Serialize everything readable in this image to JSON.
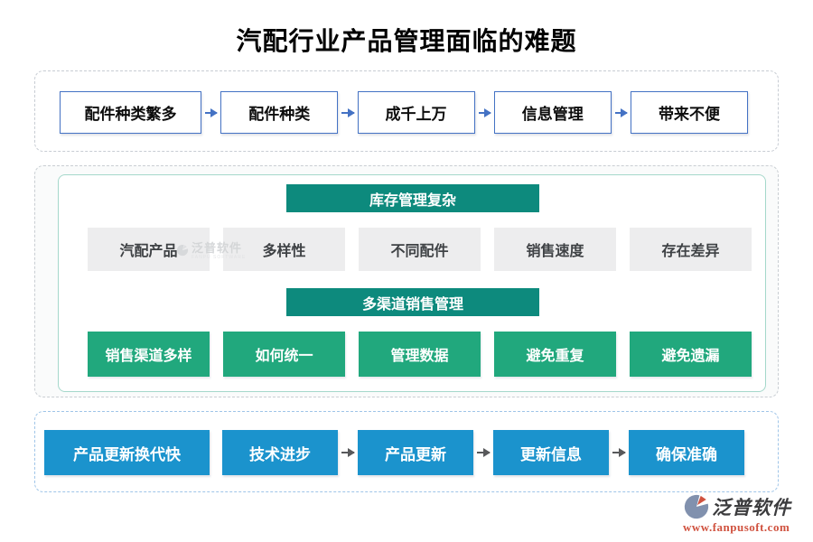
{
  "title": "汽配行业产品管理面临的难题",
  "top_flow": {
    "items": [
      {
        "label": "配件种类繁多"
      },
      {
        "label": "配件种类"
      },
      {
        "label": "成千上万"
      },
      {
        "label": "信息管理"
      },
      {
        "label": "带来不便"
      }
    ]
  },
  "middle": {
    "inventory_header": "库存管理复杂",
    "inventory_items": [
      {
        "label": "汽配产品"
      },
      {
        "label": "多样性"
      },
      {
        "label": "不同配件"
      },
      {
        "label": "销售速度"
      },
      {
        "label": "存在差异"
      }
    ],
    "channel_header": "多渠道销售管理",
    "channel_items": [
      {
        "label": "销售渠道多样"
      },
      {
        "label": "如何统一"
      },
      {
        "label": "管理数据"
      },
      {
        "label": "避免重复"
      },
      {
        "label": "避免遗漏"
      }
    ]
  },
  "bottom_flow": {
    "items": [
      {
        "label": "产品更新换代快"
      },
      {
        "label": "技术进步"
      },
      {
        "label": "产品更新"
      },
      {
        "label": "更新信息"
      },
      {
        "label": "确保准确"
      }
    ]
  },
  "watermark": {
    "name": "泛普软件",
    "subtext": "FANPU SOFTWARE"
  },
  "logo": {
    "name": "泛普软件",
    "url": "www.fanpusoft.com"
  },
  "colors": {
    "teal_header": "#0d8a7d",
    "green_box": "#21a87d",
    "blue_box": "#1b93cd",
    "flow_border_blue": "#4472c4",
    "gray_box": "#ededee",
    "arrow_dark": "#58595b",
    "logo_red": "#d0523f"
  }
}
